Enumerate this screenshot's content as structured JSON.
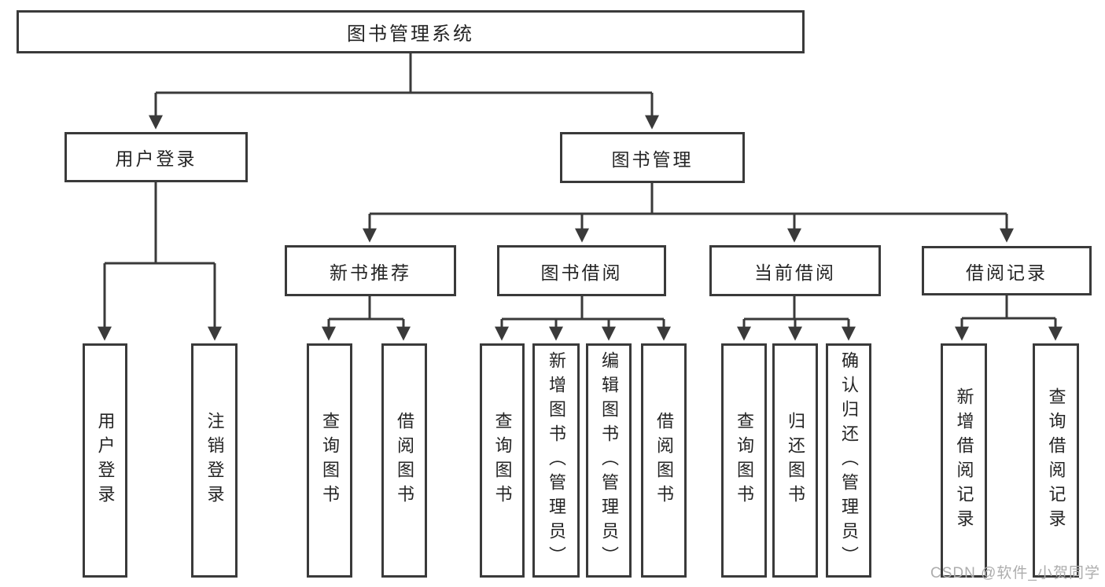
{
  "diagram_title": "图书管理系统",
  "tree": {
    "root": {
      "label": "图书管理系统"
    },
    "level2": [
      {
        "label": "用户登录"
      },
      {
        "label": "图书管理"
      }
    ],
    "level3": [
      {
        "label": "新书推荐"
      },
      {
        "label": "图书借阅"
      },
      {
        "label": "当前借阅"
      },
      {
        "label": "借阅记录"
      }
    ],
    "leaves": {
      "user_login": [
        {
          "label": "用户登录"
        },
        {
          "label": "注销登录"
        }
      ],
      "new_book": [
        {
          "label": "查询图书"
        },
        {
          "label": "借阅图书"
        }
      ],
      "book_borrow": [
        {
          "label": "查询图书"
        },
        {
          "label": "新增图书（管理员）"
        },
        {
          "label": "编辑图书（管理员）"
        },
        {
          "label": "借阅图书"
        }
      ],
      "current_borrow": [
        {
          "label": "查询图书"
        },
        {
          "label": "归还图书"
        },
        {
          "label": "确认归还（管理员）"
        }
      ],
      "borrow_records": [
        {
          "label": "新增借阅记录"
        },
        {
          "label": "查询借阅记录"
        }
      ]
    }
  },
  "watermark": "CSDN @软件_小贺同学",
  "colors": {
    "line": "#3a3a3a",
    "text": "#242424",
    "watermark": "#adadad",
    "background": "#ffffff"
  }
}
